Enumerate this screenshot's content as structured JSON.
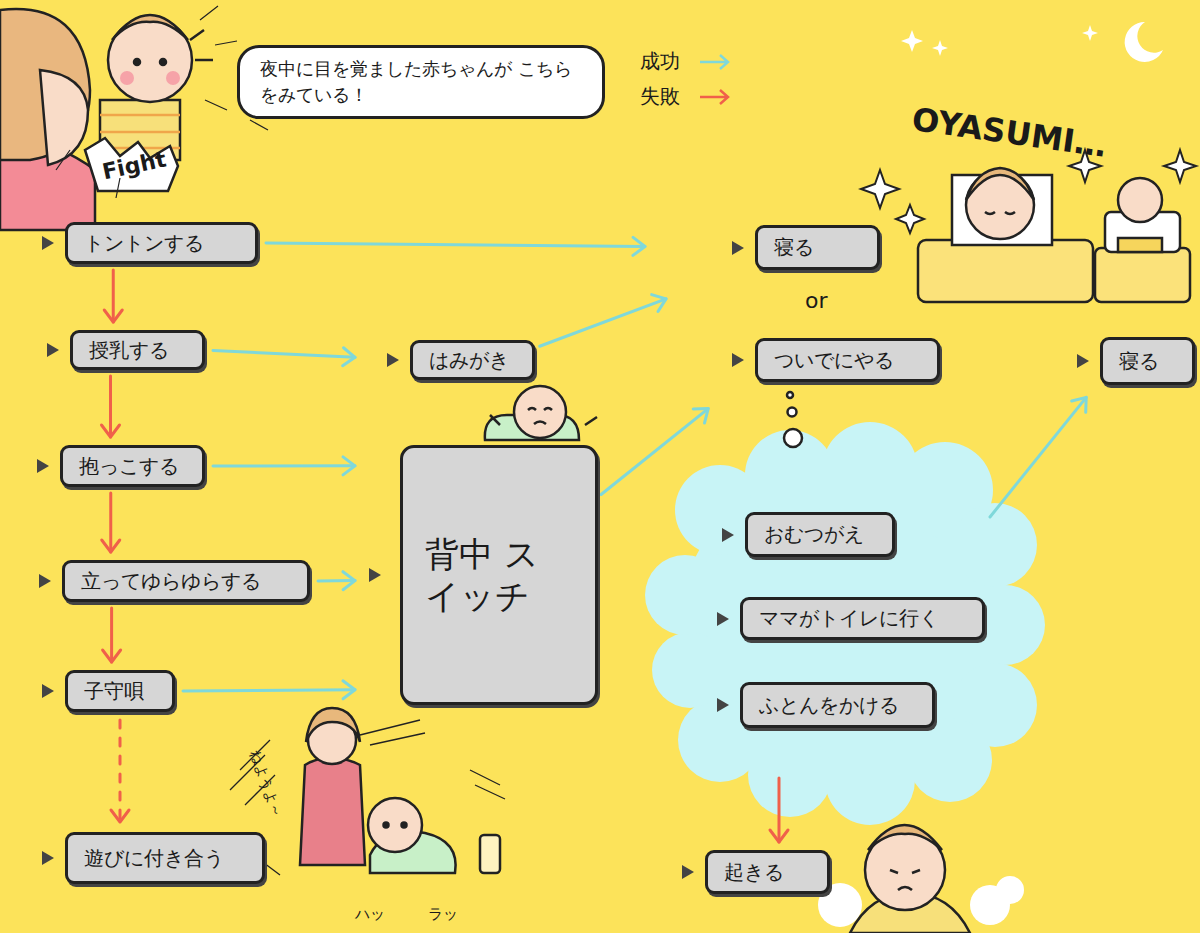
{
  "diagram": {
    "nodes": [
      {
        "text": [
          "夜中に目を覚ました赤ちゃんが こちらをみている！"
        ]
      },
      {
        "text": [
          "トントンする"
        ]
      },
      {
        "text": [
          "授乳する"
        ]
      },
      {
        "text": [
          "はみがき"
        ]
      },
      {
        "text": [
          "抱っこする"
        ]
      },
      {
        "text": [
          "背中 スイッチ"
        ]
      },
      {
        "text": [
          "立ってゆらゆらする"
        ]
      },
      {
        "text": [
          "子守唄"
        ]
      },
      {
        "text": [
          "遊びに付き合う"
        ]
      },
      {
        "text": [
          "寝る"
        ]
      },
      {
        "text": [
          "ついでにやる"
        ]
      },
      {
        "text": [
          "おむつがえ"
        ]
      },
      {
        "text": [
          "ママがトイレに行く"
        ]
      },
      {
        "text": [
          "ふとんをかける"
        ]
      },
      {
        "text": [
          "寝る"
        ]
      },
      {
        "text": [
          "起きる"
        ]
      }
    ],
    "edges": [
      {
        "from": 1,
        "to": 9,
        "arrow": "to"
      },
      {
        "from": 1,
        "to": 2,
        "arrow": "to"
      },
      {
        "from": 2,
        "to": 3,
        "arrow": "to"
      },
      {
        "from": 3,
        "to": 9,
        "arrow": "to"
      },
      {
        "from": 2,
        "to": 4,
        "arrow": "to"
      },
      {
        "from": 4,
        "to": 5,
        "arrow": "to"
      },
      {
        "from": 4,
        "to": 6,
        "arrow": "to"
      },
      {
        "from": 6,
        "to": 5,
        "arrow": "to"
      },
      {
        "from": 6,
        "to": 7,
        "arrow": "to"
      },
      {
        "from": 7,
        "to": 5,
        "arrow": "to"
      },
      {
        "from": 7,
        "to": 8,
        "arrow": "to"
      },
      {
        "from": 5,
        "to": 10,
        "arrow": "to"
      },
      {
        "from": 11,
        "to": 14,
        "arrow": "to"
      },
      {
        "from": 13,
        "to": 15,
        "arrow": "to"
      }
    ],
    "labels": [
      "Fight",
      "OYASUMI…",
      "or",
      "ねようよ～",
      "ハッ",
      "ラッ"
    ],
    "legend": [
      {
        "text": "成功"
      },
      {
        "text": "失敗"
      }
    ]
  }
}
